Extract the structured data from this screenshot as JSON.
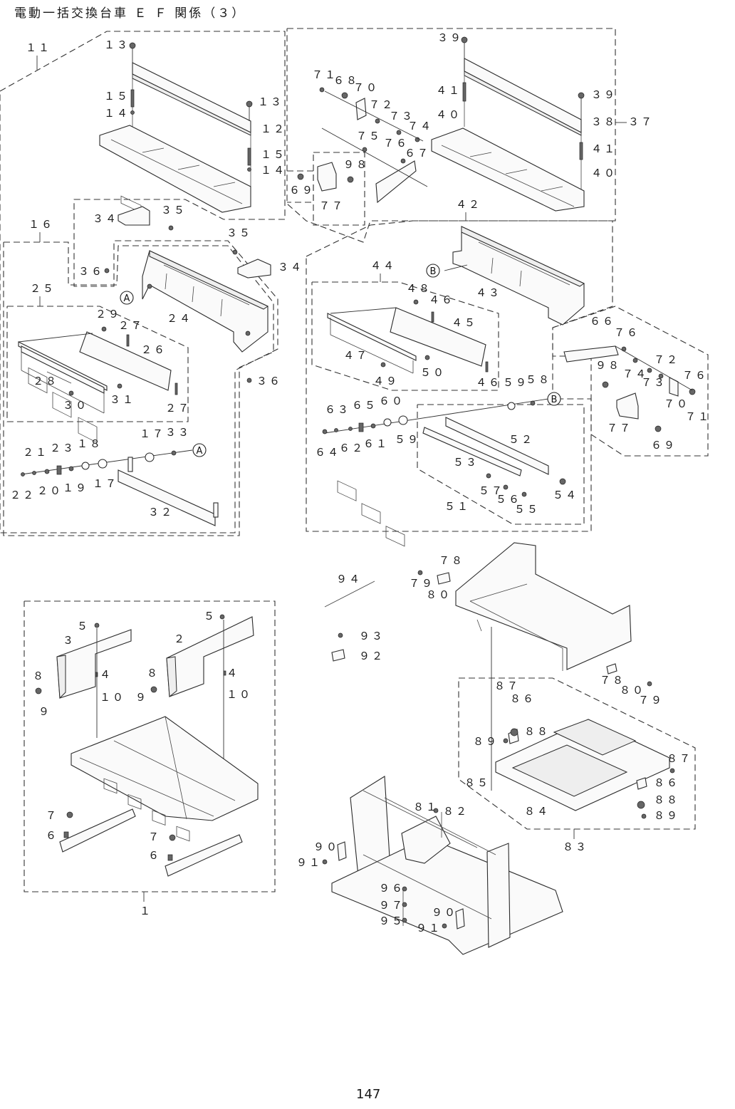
{
  "header": {
    "title": "電動一括交換台車 Ｅ Ｆ 関係（３）"
  },
  "footer": {
    "page_number": "147"
  },
  "refs": {
    "a": "A",
    "b": "B"
  },
  "labels": {
    "p1": "１",
    "p2": "２",
    "p3": "３",
    "p4a": "４",
    "p4b": "４",
    "p5a": "５",
    "p5b": "５",
    "p6a": "６",
    "p6b": "６",
    "p7a": "７",
    "p7b": "７",
    "p8a": "８",
    "p8b": "８",
    "p9a": "９",
    "p9b": "９",
    "p10a": "１０",
    "p10b": "１０",
    "p11": "１１",
    "p12": "１２",
    "p13a": "１３",
    "p13b": "１３",
    "p14a": "１４",
    "p14b": "１４",
    "p15a": "１５",
    "p15b": "１５",
    "p16": "１６",
    "p17a": "１７",
    "p17b": "１７",
    "p18": "１８",
    "p19": "１９",
    "p20": "２０",
    "p21": "２１",
    "p22": "２２",
    "p23": "２３",
    "p24": "２４",
    "p25": "２５",
    "p26": "２６",
    "p27a": "２７",
    "p27b": "２７",
    "p28": "２８",
    "p29": "２９",
    "p30": "３０",
    "p31": "３１",
    "p32": "３２",
    "p33": "３３",
    "p34a": "３４",
    "p34b": "３４",
    "p35a": "３５",
    "p35b": "３５",
    "p36a": "３６",
    "p36b": "３６",
    "p37": "３７",
    "p38": "３８",
    "p39a": "３９",
    "p39b": "３９",
    "p40a": "４０",
    "p40b": "４０",
    "p41a": "４１",
    "p41b": "４１",
    "p42": "４２",
    "p43": "４３",
    "p44": "４４",
    "p45": "４５",
    "p46a": "４６",
    "p46b": "４６",
    "p47": "４７",
    "p48": "４８",
    "p49": "４９",
    "p50": "５０",
    "p51": "５１",
    "p52": "５２",
    "p53": "５３",
    "p54": "５４",
    "p55": "５５",
    "p56": "５６",
    "p57": "５７",
    "p58": "５８",
    "p59a": "５９",
    "p59b": "５９",
    "p60": "６０",
    "p61": "６１",
    "p62": "６２",
    "p63": "６３",
    "p64": "６４",
    "p65": "６５",
    "p66": "６６",
    "p67": "６７",
    "p68": "６８",
    "p69a": "６９",
    "p69b": "６９",
    "p70a": "７０",
    "p70b": "７０",
    "p71a": "７１",
    "p71b": "７１",
    "p72a": "７２",
    "p72b": "７２",
    "p73a": "７３",
    "p73b": "７３",
    "p74a": "７４",
    "p74b": "７４",
    "p75": "７５",
    "p76a": "７６",
    "p76b": "７６",
    "p76c": "７６",
    "p77a": "７７",
    "p77b": "７７",
    "p78a": "７８",
    "p78b": "７８",
    "p79a": "７９",
    "p79b": "７９",
    "p80a": "８０",
    "p80b": "８０",
    "p81": "８１",
    "p82": "８２",
    "p83": "８３",
    "p84": "８４",
    "p85": "８５",
    "p86a": "８６",
    "p86b": "８６",
    "p87a": "８７",
    "p87b": "８７",
    "p88a": "８８",
    "p88b": "８８",
    "p89a": "８９",
    "p89b": "８９",
    "p90a": "９０",
    "p90b": "９０",
    "p91a": "９１",
    "p91b": "９１",
    "p92": "９２",
    "p93": "９３",
    "p94": "９４",
    "p95": "９５",
    "p96": "９６",
    "p97": "９７",
    "p98a": "９８",
    "p98b": "９８"
  }
}
